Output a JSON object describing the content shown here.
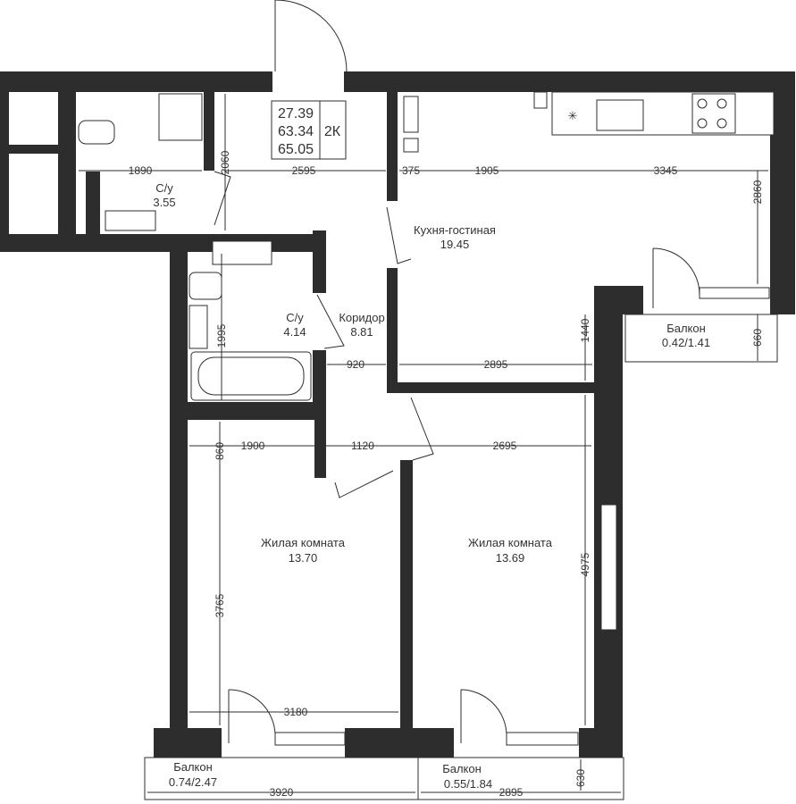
{
  "summary": {
    "living_area": "27.39",
    "total_area": "63.34",
    "total_with_balconies": "65.05",
    "type": "2К"
  },
  "rooms": [
    {
      "name": "С/у",
      "area": "3.55"
    },
    {
      "name": "С/у",
      "area": "4.14"
    },
    {
      "name": "Коридор",
      "area": "8.81"
    },
    {
      "name": "Кухня-гостиная",
      "area": "19.45"
    },
    {
      "name": "Балкон",
      "area": "0.42/1.41"
    },
    {
      "name": "Жилая комната",
      "area": "13.70"
    },
    {
      "name": "Жилая комната",
      "area": "13.69"
    },
    {
      "name": "Балкон",
      "area": "0.74/2.47"
    },
    {
      "name": "Балкон",
      "area": "0.55/1.84"
    }
  ],
  "dimensions": [
    "1890",
    "2060",
    "2595",
    "375",
    "1905",
    "3345",
    "2860",
    "1995",
    "920",
    "2895",
    "1440",
    "660",
    "1900",
    "860",
    "1120",
    "2695",
    "3765",
    "4975",
    "3180",
    "3920",
    "2895",
    "630"
  ]
}
